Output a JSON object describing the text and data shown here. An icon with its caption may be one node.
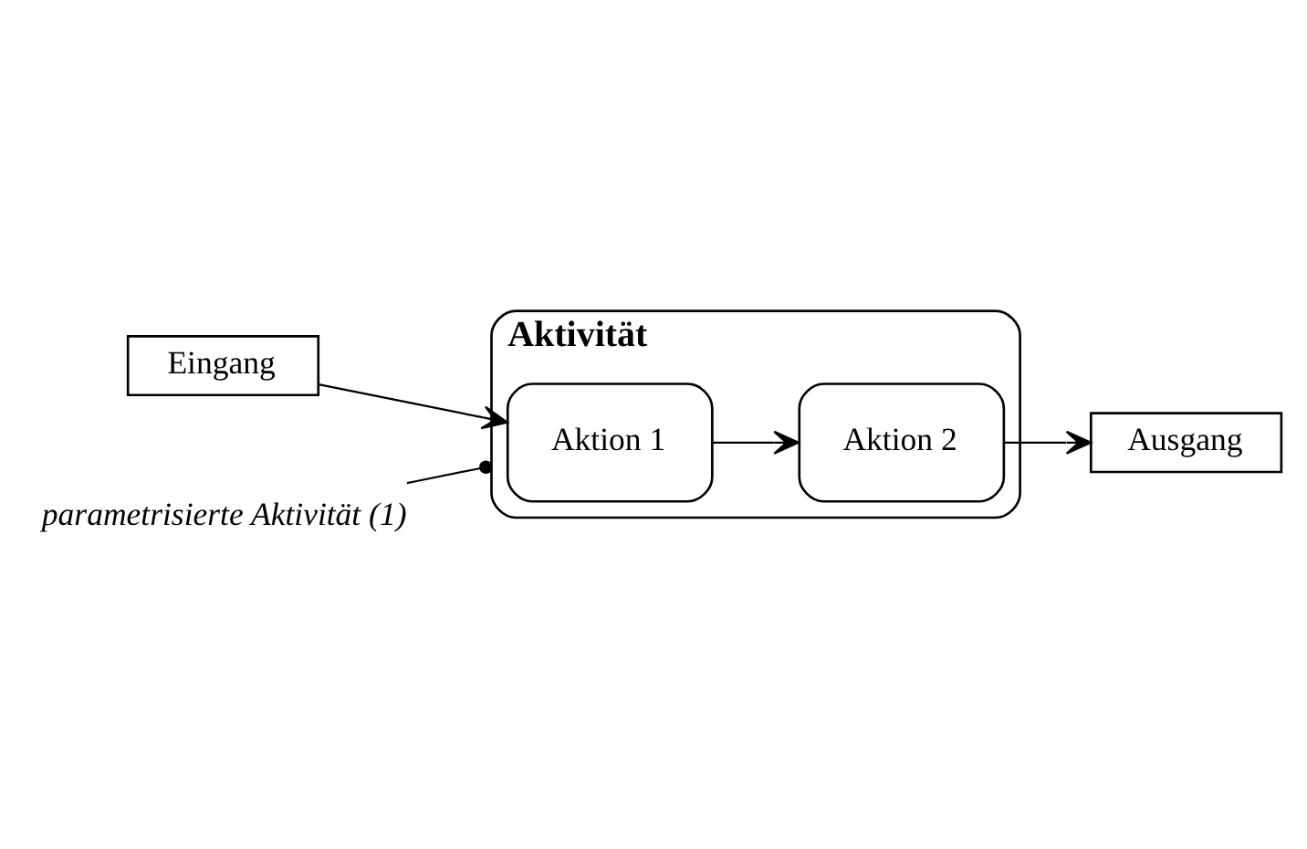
{
  "diagram": {
    "nodes": [
      {
        "text": [
          "Aktivität"
        ]
      },
      {
        "text": [
          "Eingang"
        ]
      },
      {
        "text": [
          "Aktion 1"
        ],
        "in": 0
      },
      {
        "text": [
          "Aktion 2"
        ],
        "in": 0
      },
      {
        "text": [
          "Ausgang"
        ]
      },
      {
        "text": [
          "parametrisierte Aktivität (1)"
        ]
      }
    ],
    "edges": [
      {
        "from": 1,
        "to": 2,
        "arrow": "to"
      },
      {
        "from": 2,
        "to": 3,
        "arrow": "to"
      },
      {
        "from": 3,
        "to": 4,
        "arrow": "to"
      },
      {
        "from": 5,
        "to": 0,
        "arrow": "other"
      }
    ]
  }
}
